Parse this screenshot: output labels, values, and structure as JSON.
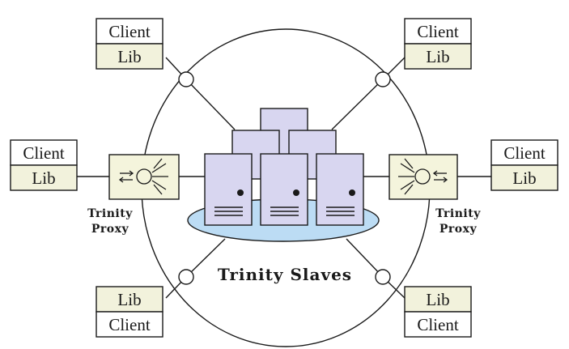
{
  "colors": {
    "stroke": "#1a1a1a",
    "lib_fill": "#f2f2dc",
    "client_fill": "#ffffff",
    "proxy_fill": "#f4f4dc",
    "server_fill": "#d8d6f0",
    "platform_fill": "#bcdcf4",
    "connector_fill": "#ffffff"
  },
  "icons": {
    "proxy": "network-proxy-icon",
    "server": "server-tower-icon",
    "connector": "connector-node-icon"
  },
  "clients": [
    {
      "id": "top-left",
      "top_label": "Client",
      "bottom_label": "Lib"
    },
    {
      "id": "top-right",
      "top_label": "Client",
      "bottom_label": "Lib"
    },
    {
      "id": "mid-left",
      "top_label": "Client",
      "bottom_label": "Lib"
    },
    {
      "id": "mid-right",
      "top_label": "Client",
      "bottom_label": "Lib"
    },
    {
      "id": "bottom-left",
      "top_label": "Lib",
      "bottom_label": "Client"
    },
    {
      "id": "bottom-right",
      "top_label": "Lib",
      "bottom_label": "Client"
    }
  ],
  "proxies": [
    {
      "id": "left",
      "line1": "Trinity",
      "line2": "Proxy"
    },
    {
      "id": "right",
      "line1": "Trinity",
      "line2": "Proxy"
    }
  ],
  "slaves_label": "Trinity Slaves"
}
